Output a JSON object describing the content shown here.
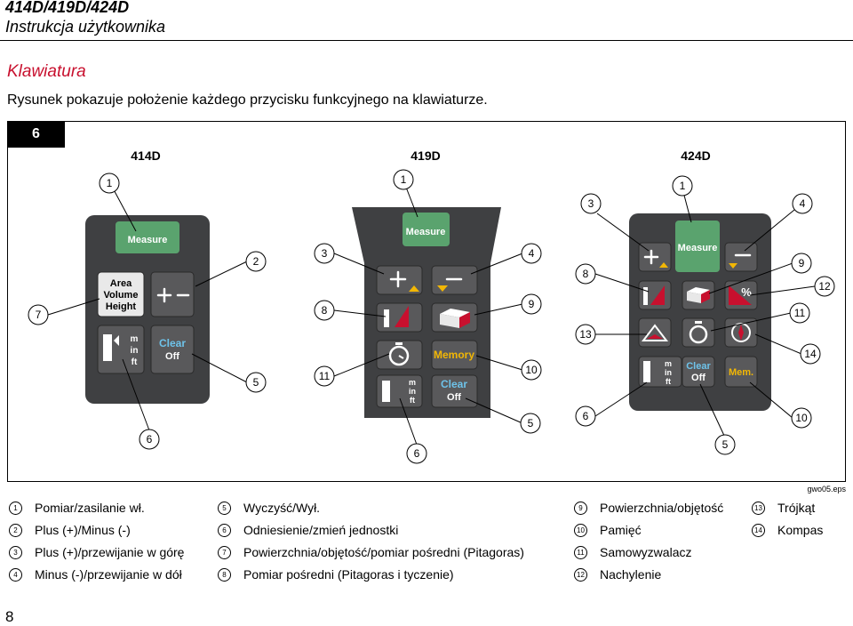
{
  "header": {
    "title": "414D/419D/424D",
    "subtitle": "Instrukcja użytkownika"
  },
  "section": {
    "title": "Klawiatura",
    "intro": "Rysunek pokazuje położenie każdego przycisku funkcyjnego na klawiaturze."
  },
  "figure": {
    "number": "6",
    "file": "gwo05.eps",
    "models": [
      "414D",
      "419D",
      "424D"
    ],
    "keys": {
      "measure": "Measure",
      "area1": "Area",
      "area2": "Volume",
      "area3": "Height",
      "clear": "Clear",
      "off": "Off",
      "memory": "Memory",
      "mem": "Mem.",
      "m": "m",
      "in": "in",
      "ft": "ft",
      "pct": "%"
    },
    "colors": {
      "device": "#3f4042",
      "key": "#59595b",
      "measure": "#5aa36e",
      "clear": "#6ec3ea",
      "memory": "#f2b705",
      "accent": "#c8102e"
    }
  },
  "legend": [
    {
      "n": "1",
      "text": "Pomiar/zasilanie wł."
    },
    {
      "n": "2",
      "text": "Plus (+)/Minus (-)"
    },
    {
      "n": "3",
      "text": "Plus (+)/przewijanie w górę"
    },
    {
      "n": "4",
      "text": "Minus (-)/przewijanie w dół"
    },
    {
      "n": "5",
      "text": "Wyczyść/Wył."
    },
    {
      "n": "6",
      "text": "Odniesienie/zmień jednostki"
    },
    {
      "n": "7",
      "text": "Powierzchnia/objętość/pomiar pośredni (Pitagoras)"
    },
    {
      "n": "8",
      "text": "Pomiar pośredni (Pitagoras i tyczenie)"
    },
    {
      "n": "9",
      "text": "Powierzchnia/objętość"
    },
    {
      "n": "10",
      "text": "Pamięć"
    },
    {
      "n": "11",
      "text": "Samowyzwalacz"
    },
    {
      "n": "12",
      "text": "Nachylenie"
    },
    {
      "n": "13",
      "text": "Trójkąt"
    },
    {
      "n": "14",
      "text": "Kompas"
    }
  ],
  "page_number": "8"
}
